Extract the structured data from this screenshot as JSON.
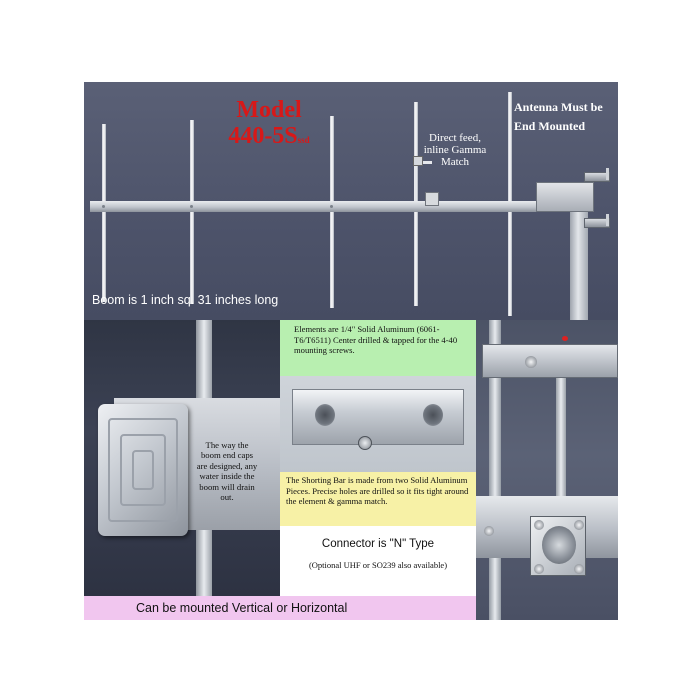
{
  "top_panel": {
    "model_title": "Model",
    "model_number": "440-5S",
    "model_suffix": "ssd",
    "feed_note": "Direct feed, inline Gamma Match",
    "mount_note": "Antenna Must be End Mounted",
    "boom_note": "Boom is 1 inch sq.   31 inches long"
  },
  "cap_panel": {
    "note": "The way the boom end caps are designed, any water inside the boom will drain out."
  },
  "info_panel": {
    "elements_note": "Elements are 1/4\" Solid Aluminum (6061-T6/T6511) Center drilled & tapped for the 4-40 mounting screws.",
    "shorting_note": "The Shorting Bar is made from two Solid Aluminum Pieces. Precise  holes  are drilled so it fits tight around the element & gamma match.",
    "connector_title": "Connector is \"N\" Type",
    "connector_optional": "(Optional UHF or SO239 also available)"
  },
  "caption": "Can be mounted Vertical or Horizontal",
  "colors": {
    "title_red": "#d81818",
    "elements_note_bg": "#b8efb0",
    "shorting_note_bg": "#f7f1a6",
    "caption_bg": "#f1c6ef"
  }
}
